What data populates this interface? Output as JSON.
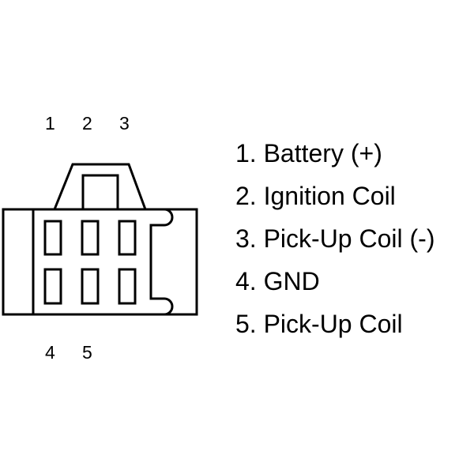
{
  "top_pin_labels": [
    "1",
    "2",
    "3"
  ],
  "bottom_pin_labels": [
    "4",
    "5"
  ],
  "legend": [
    "1. Battery (+)",
    "2. Ignition Coil",
    "3. Pick-Up Coil (-)",
    "4. GND",
    "5. Pick-Up Coil"
  ],
  "colors": {
    "stroke": "#000000",
    "background": "#ffffff"
  }
}
